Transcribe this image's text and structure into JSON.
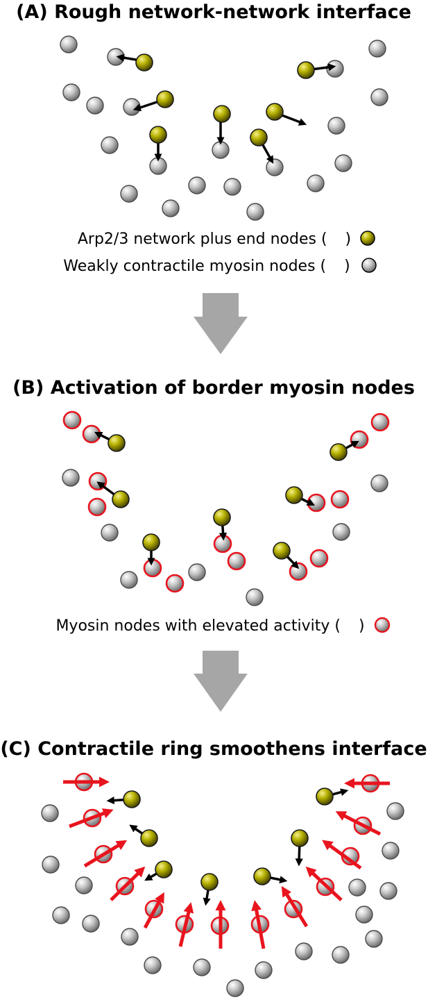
{
  "panel_a": {
    "title": "(A) Rough network-network interface",
    "legend_1_prefix": "Arp2/3 network plus end nodes (",
    "legend_1_suffix": ")",
    "legend_2_prefix": "Weakly contractile myosin nodes (",
    "legend_2_suffix": ")"
  },
  "panel_b": {
    "title": "(B) Activation of border myosin nodes",
    "legend_prefix": "Myosin nodes with elevated activity (",
    "legend_suffix": ")"
  },
  "panel_c": {
    "title": "(C) Contractile ring smoothens interface"
  },
  "colors": {
    "arp_node": "#b5b000",
    "myosin_node": "#c8c8c8",
    "active_ring": "#e8141e",
    "black_arrow": "#000000",
    "red_arrow": "#e8141e",
    "transition_arrow": "#a6a6a6"
  },
  "icons": {
    "arp_node": "yellow-sphere-icon",
    "myosin_node": "gray-sphere-icon",
    "active_myosin_node": "red-ringed-sphere-icon",
    "transition": "down-arrow-icon"
  }
}
